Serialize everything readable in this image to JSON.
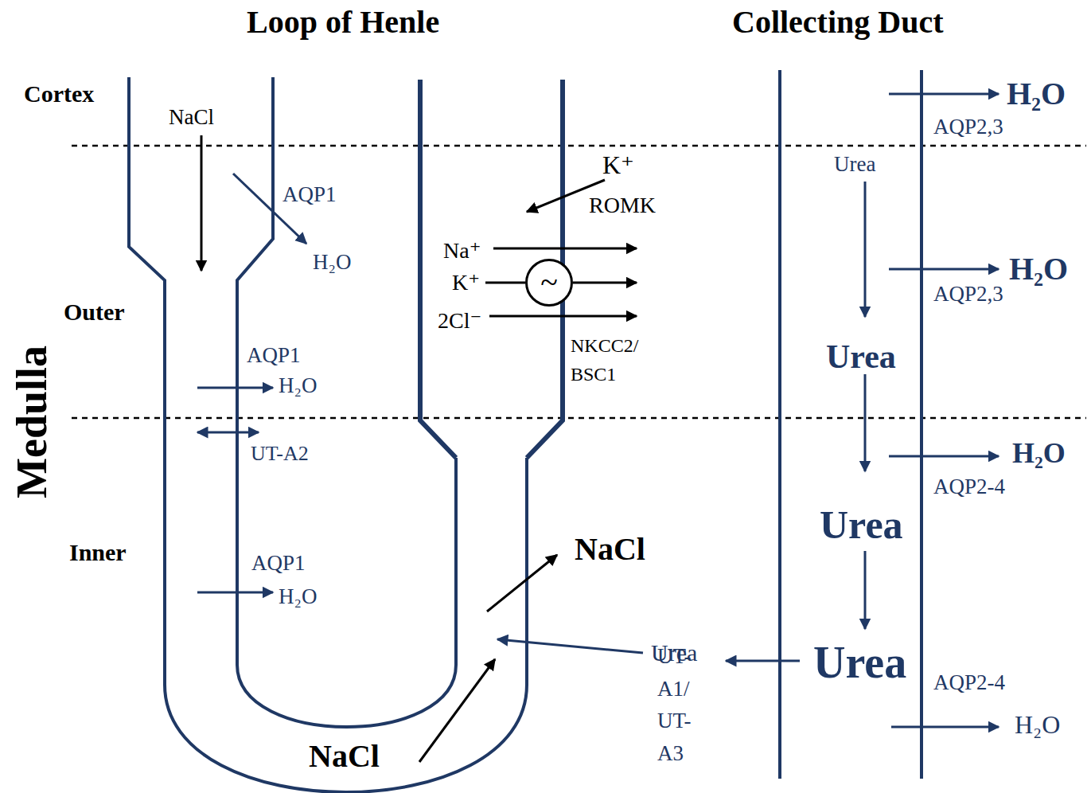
{
  "diagram": {
    "nodes": [
      {
        "text": [
          "~"
        ]
      }
    ],
    "labels": [
      "Loop of Henle",
      "Collecting Duct",
      "Cortex",
      "NaCl",
      "AQP1",
      "H₂O",
      "K⁺",
      "ROMK",
      "Na⁺",
      "K⁺",
      "2Cl⁻",
      "NKCC2/ BSC1",
      "Medulla",
      "Outer",
      "AQP1",
      "H₂O",
      "UT-A2",
      "Inner",
      "AQP1",
      "H₂O",
      "NaCl",
      "Urea",
      "UT-A1/ UT-A3",
      "NaCl",
      "H₂O",
      "AQP2,3",
      "Urea",
      "H₂O",
      "AQP2,3",
      "Urea",
      "H₂O",
      "AQP2-4",
      "Urea",
      "Urea",
      "AQP2-4",
      "H₂O"
    ]
  }
}
